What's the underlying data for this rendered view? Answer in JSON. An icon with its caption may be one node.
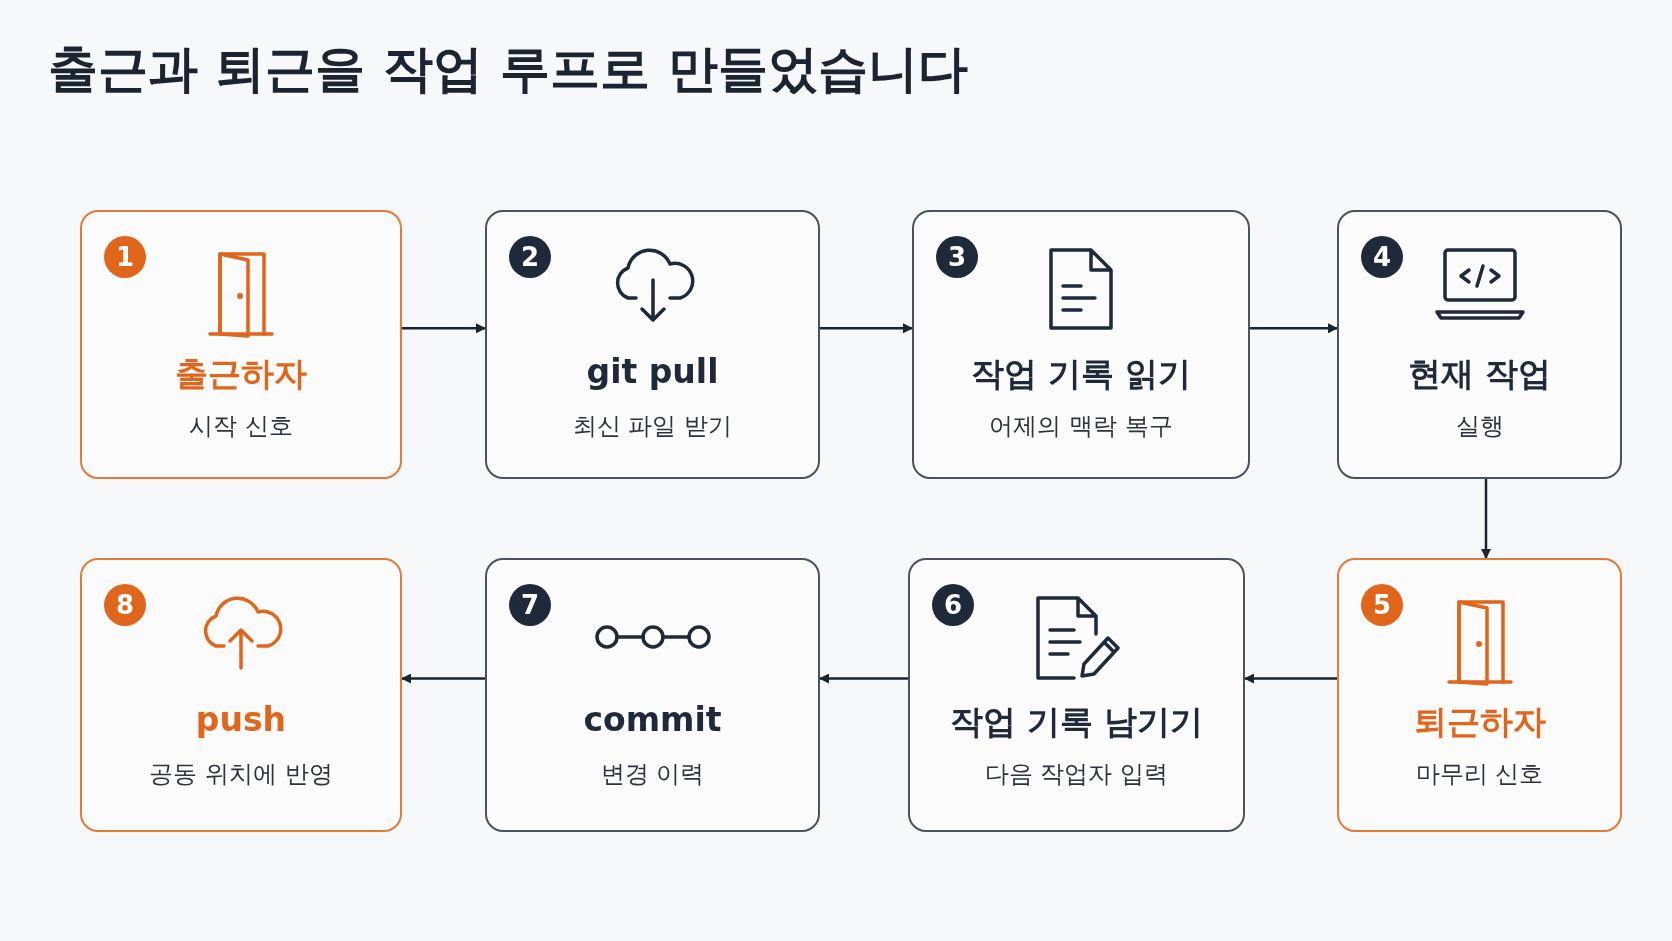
{
  "diagram": {
    "title": "출근과 퇴근을 작업 루프로 만들었습니다",
    "nodes": [
      {
        "text": [
          "1",
          "출근하자",
          "시작 신호"
        ]
      },
      {
        "text": [
          "2",
          "git pull",
          "최신 파일 받기"
        ]
      },
      {
        "text": [
          "3",
          "작업 기록 읽기",
          "어제의 맥락 복구"
        ]
      },
      {
        "text": [
          "4",
          "현재 작업",
          "실행"
        ]
      },
      {
        "text": [
          "5",
          "퇴근하자",
          "마무리 신호"
        ]
      },
      {
        "text": [
          "6",
          "작업 기록 남기기",
          "다음 작업자 입력"
        ]
      },
      {
        "text": [
          "7",
          "commit",
          "변경 이력"
        ]
      },
      {
        "text": [
          "8",
          "push",
          "공동 위치에 반영"
        ]
      }
    ],
    "edges": [
      {
        "from": 0,
        "to": 1,
        "arrow": "to"
      },
      {
        "from": 1,
        "to": 2,
        "arrow": "to"
      },
      {
        "from": 2,
        "to": 3,
        "arrow": "to"
      },
      {
        "from": 3,
        "to": 4,
        "arrow": "to"
      },
      {
        "from": 4,
        "to": 5,
        "arrow": "to"
      },
      {
        "from": 5,
        "to": 6,
        "arrow": "to"
      },
      {
        "from": 6,
        "to": 7,
        "arrow": "to"
      }
    ]
  }
}
